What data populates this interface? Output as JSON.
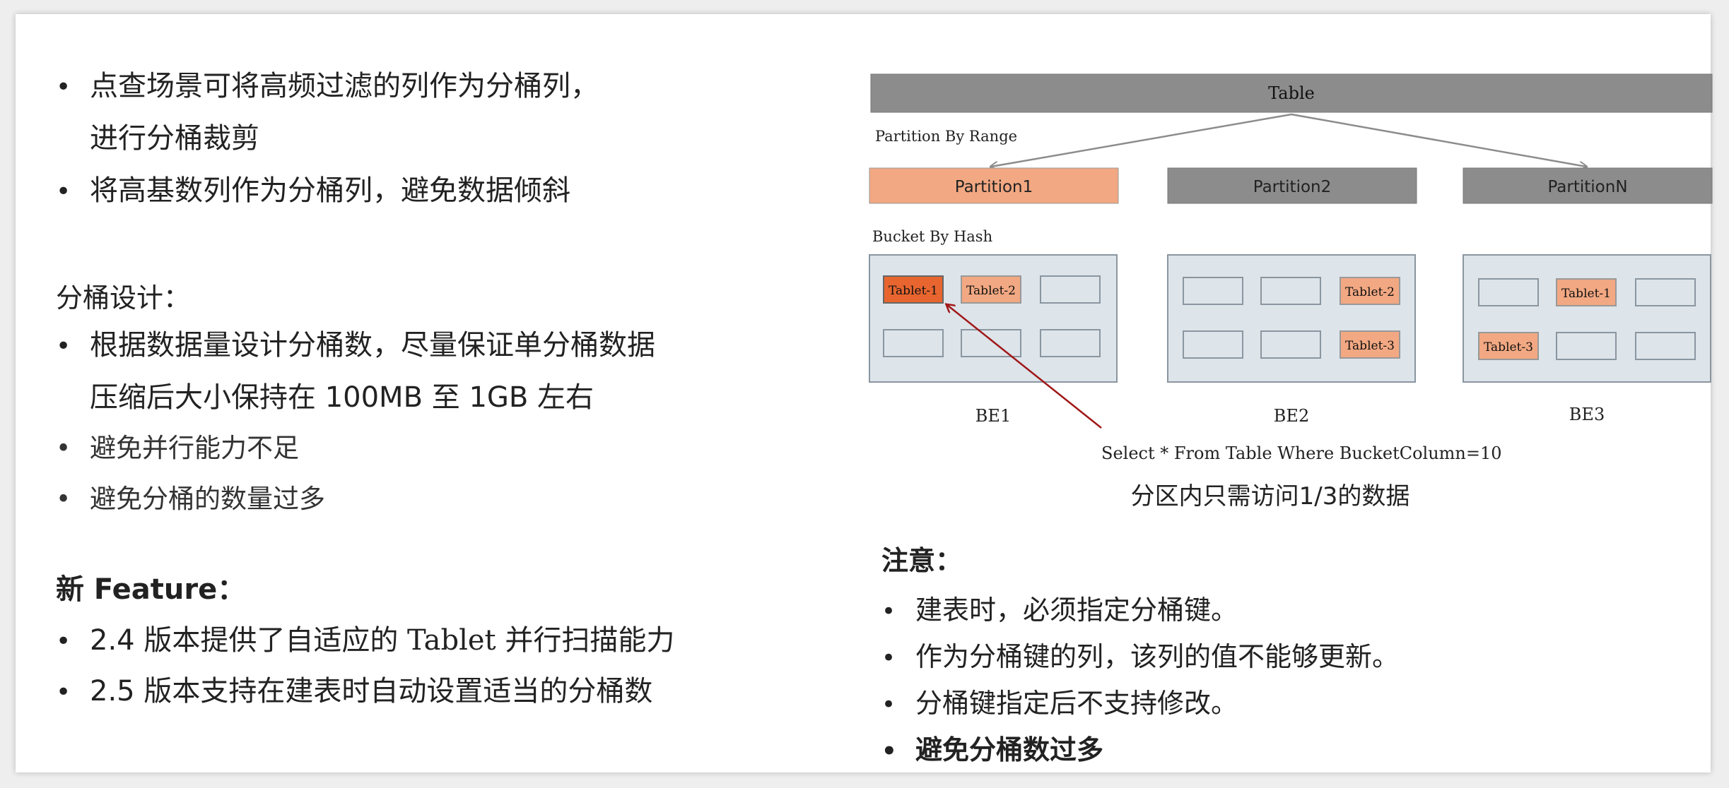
{
  "left": {
    "bullets_top": [
      {
        "line1": "点查场景可将高频过滤的列作为分桶列，",
        "line2": "进行分桶裁剪"
      },
      {
        "line1": "将高基数列作为分桶列，避免数据倾斜"
      }
    ],
    "bucket_design": {
      "heading": "分桶设计：",
      "main_bullet": {
        "line1": "根据数据量设计分桶数，尽量保证单分桶数据",
        "line2": "压缩后大小保持在 100MB 至 1GB 左右"
      },
      "sub_bullets": [
        "避免并行能力不足",
        "避免分桶的数量过多"
      ]
    },
    "new_feature": {
      "heading": "新 Feature：",
      "items": [
        {
          "prefix": "2.4 版本提供了自适应的 ",
          "serif": "Tablet",
          "suffix": " 并行扫描能力"
        },
        {
          "text": "2.5 版本支持在建表时自动设置适当的分桶数"
        }
      ]
    },
    "bullet_char": "•"
  },
  "diagram": {
    "table_label": "Table",
    "partition_by": "Partition By Range",
    "bucket_by": "Bucket By Hash",
    "partitions": [
      "Partition1",
      "Partition2",
      "PartitionN"
    ],
    "be_labels": [
      "BE1",
      "BE2",
      "BE3"
    ],
    "tablets": {
      "be1": [
        "Tablet-1",
        "Tablet-2"
      ],
      "be2": [
        "Tablet-2",
        "Tablet-3"
      ],
      "be3": [
        "Tablet-1",
        "Tablet-3"
      ]
    },
    "query": "Select * From Table Where BucketColumn=10",
    "caption": "分区内只需访问1/3的数据",
    "colors": {
      "gray_box": "#8c8c8c",
      "partition_highlight": "#f2a882",
      "tablet_light": "#f2a882",
      "tablet_dark": "#e8652f",
      "be_fill": "#dde4ea",
      "arrow": "#a01818"
    }
  },
  "notes": {
    "heading": "注意：",
    "items": [
      "建表时，必须指定分桶键。",
      "作为分桶键的列，该列的值不能够更新。",
      "分桶键指定后不支持修改。"
    ],
    "bold_item": "避免分桶数过多"
  }
}
